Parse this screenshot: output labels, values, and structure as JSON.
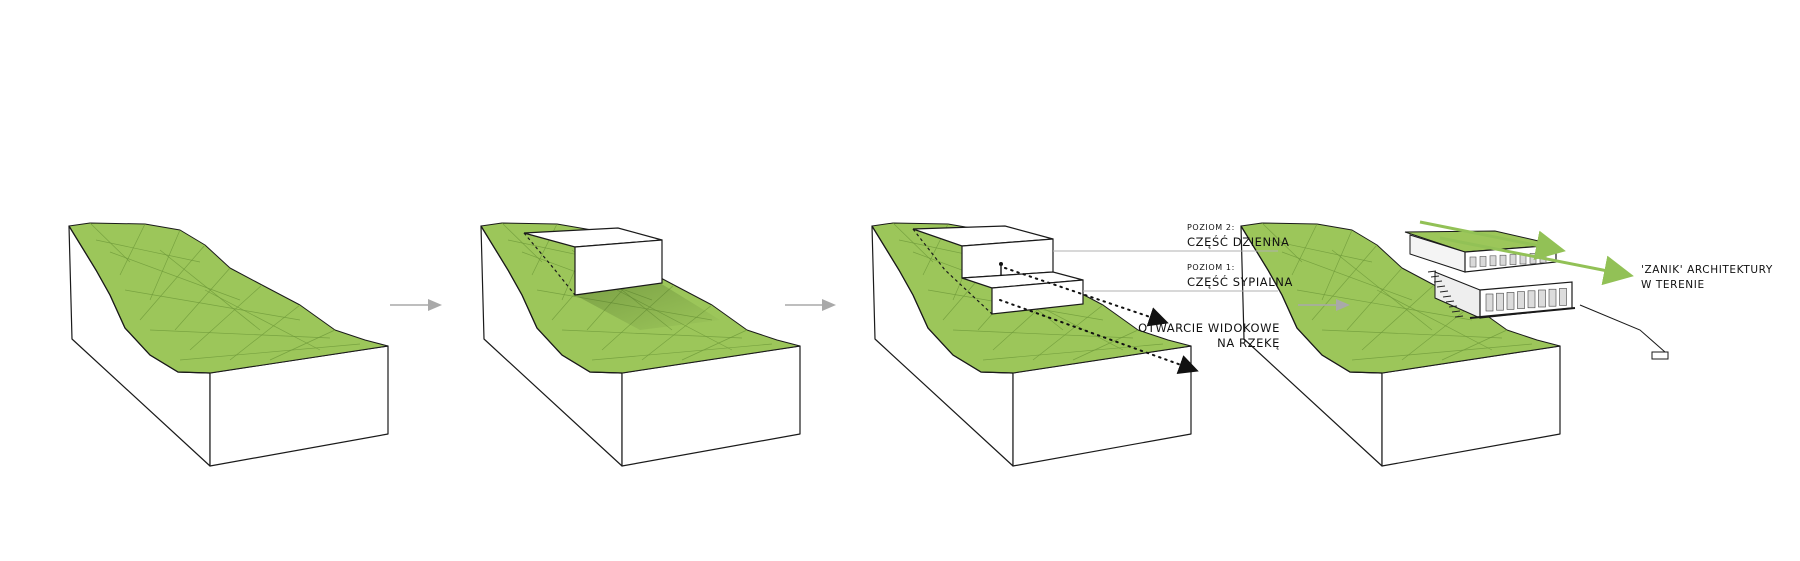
{
  "colors": {
    "terrain": "#9cc65a",
    "terrain_line": "#6f9a3a",
    "outline": "#1a1a1a",
    "arrow": "#a9a9a9",
    "green_arrow": "#92c156"
  },
  "labels": {
    "level2_small": "POZIOM 2:",
    "level2_name": "CZĘŚĆ DZIENNA",
    "level1_small": "POZIOM 1:",
    "level1_name": "CZĘŚĆ SYPIALNA",
    "view_line1": "OTWARCIE WIDOKOWE",
    "view_line2": "NA RZEKĘ",
    "fade_line1": "'ZANIK' ARCHITEKTURY",
    "fade_line2": "W TERENIE"
  },
  "icons": [
    "arrow-right-icon",
    "arrow-right-icon",
    "arrow-right-icon"
  ]
}
